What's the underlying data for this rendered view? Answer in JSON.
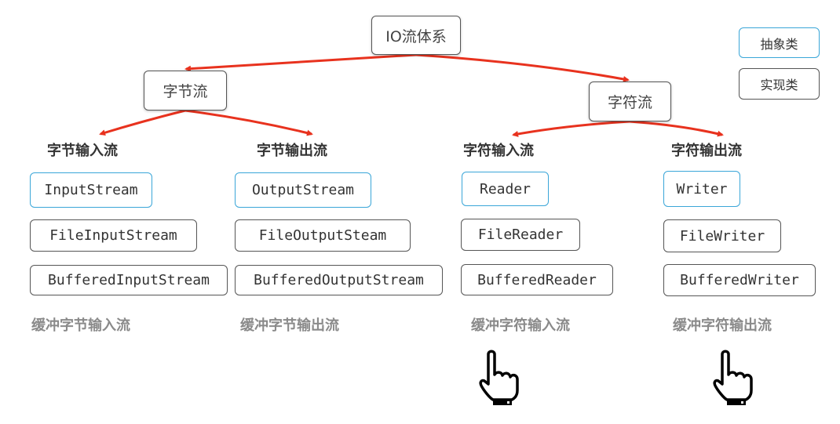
{
  "root": "IO流体系",
  "legend": {
    "abstract": "抽象类",
    "concrete": "实现类"
  },
  "byte_stream": {
    "label": "字节流",
    "input": {
      "heading": "字节输入流",
      "classes": [
        "InputStream",
        "FileInputStream",
        "BufferedInputStream"
      ],
      "caption": "缓冲字节输入流"
    },
    "output": {
      "heading": "字节输出流",
      "classes": [
        "OutputStream",
        "FileOutputSteam",
        "BufferedOutputStream"
      ],
      "caption": "缓冲字节输出流"
    }
  },
  "char_stream": {
    "label": "字符流",
    "input": {
      "heading": "字符输入流",
      "classes": [
        "Reader",
        "FileReader",
        "BufferedReader"
      ],
      "caption": "缓冲字符输入流"
    },
    "output": {
      "heading": "字符输出流",
      "classes": [
        "Writer",
        "FileWriter",
        "BufferedWriter"
      ],
      "caption": "缓冲字符输出流"
    }
  },
  "colors": {
    "arrow": "#e8321e",
    "abstract_border": "#3aa6d8",
    "concrete_border": "#555555"
  },
  "icons": [
    "pointing-hand-icon",
    "pointing-hand-icon"
  ]
}
